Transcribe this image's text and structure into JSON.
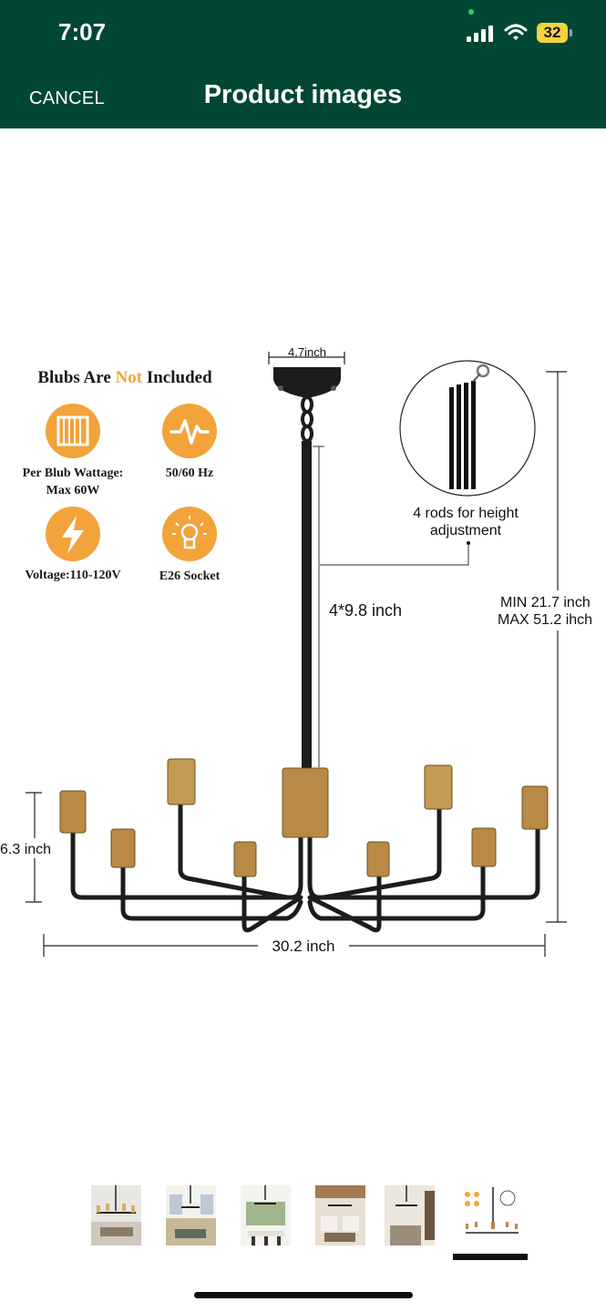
{
  "status_bar": {
    "time": "7:07",
    "battery": "32"
  },
  "header": {
    "cancel_label": "CANCEL",
    "title": "Product images"
  },
  "image": {
    "heading_pre": "Blubs Are ",
    "heading_accent": "Not",
    "heading_post": " Included",
    "spec_wattage_line1": "Per Blub Wattage:",
    "spec_wattage_line2": "Max 60W",
    "spec_frequency": "50/60 Hz",
    "spec_voltage": "Voltage:110-120V",
    "spec_socket": "E26 Socket",
    "canopy_width": "4.7inch",
    "rods_caption_line1": "4 rods for height",
    "rods_caption_line2": "adjustment",
    "rod_length": "4*9.8 inch",
    "height_min": "MIN 21.7 inch",
    "height_max": "MAX 51.2 ihch",
    "arm_height": "6.3 inch",
    "total_width": "30.2 inch"
  },
  "colors": {
    "header_bg": "#014733",
    "accent_orange": "#f2a33a",
    "brass": "#b88a45"
  },
  "thumbnails": {
    "count": 6,
    "selected_index": 5
  }
}
